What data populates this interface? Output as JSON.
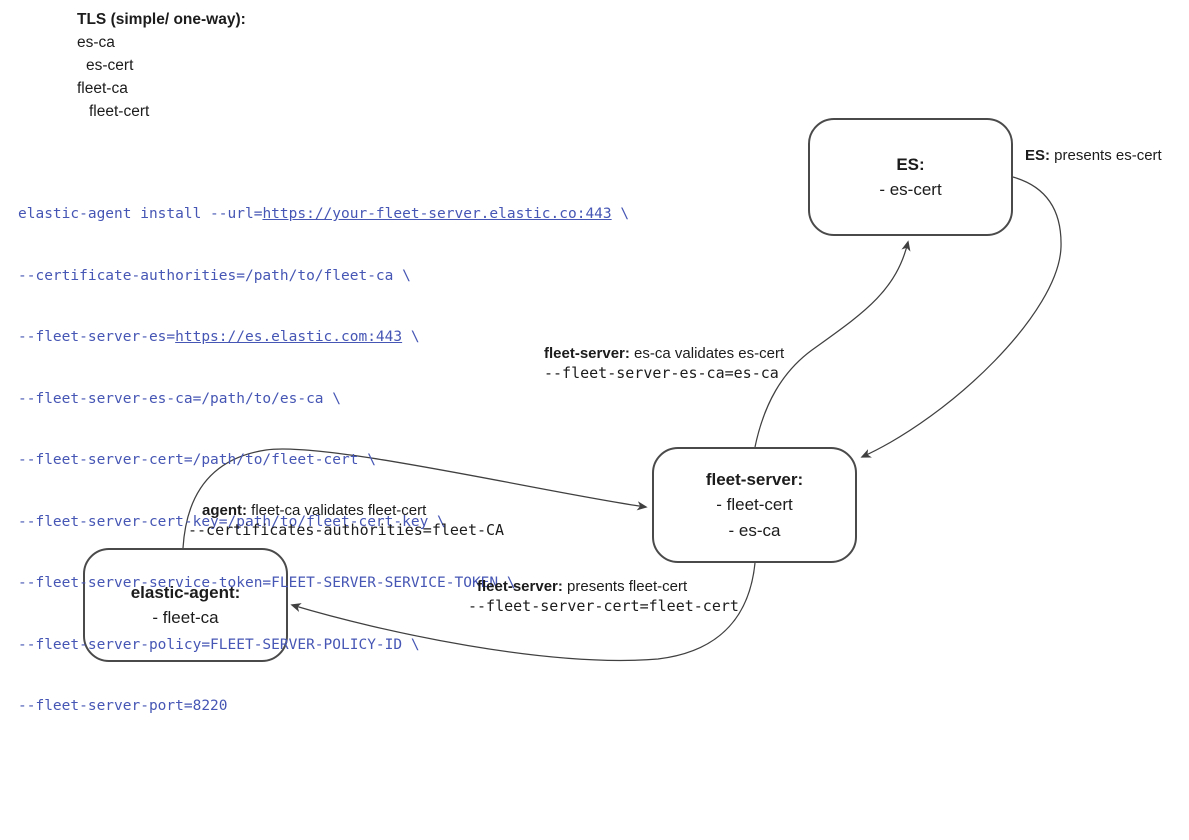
{
  "legend": {
    "title": "TLS (simple/ one-way):",
    "items": [
      "es-ca",
      "es-cert",
      "fleet-ca",
      "fleet-cert"
    ]
  },
  "command": {
    "line1_pre": "elastic-agent install --url=",
    "line1_url": "https://your-fleet-server.elastic.co:443",
    "line1_cont": " \\",
    "line2": "--certificate-authorities=/path/to/fleet-ca \\",
    "line3_pre": "--fleet-server-es=",
    "line3_url": "https://es.elastic.com:443",
    "line3_cont": " \\",
    "line4": "--fleet-server-es-ca=/path/to/es-ca \\",
    "line5": "--fleet-server-cert=/path/to/fleet-cert \\",
    "line6": "--fleet-server-cert-key=/path/to/fleet-cert-key \\",
    "line7": "--fleet-server-service-token=FLEET-SERVER-SERVICE-TOKEN \\",
    "line8": "--fleet-server-policy=FLEET-SERVER-POLICY-ID \\",
    "line9": "--fleet-server-port=8220"
  },
  "nodes": {
    "es": {
      "title": "ES:",
      "line1": "- es-cert"
    },
    "fleet_server": {
      "title": "fleet-server:",
      "line1": "- fleet-cert",
      "line2": "- es-ca"
    },
    "elastic_agent": {
      "title": "elastic-agent:",
      "line1": "- fleet-ca"
    }
  },
  "labels": {
    "es_presents": {
      "lead": "ES:",
      "rest": " presents es-cert"
    },
    "fleet_validates": {
      "lead": "fleet-server:",
      "rest": " es-ca validates es-cert",
      "code": "--fleet-server-es-ca=es-ca"
    },
    "agent_validates": {
      "lead": "agent:",
      "rest": " fleet-ca validates fleet-cert",
      "code": "--certificates-authorities=fleet-CA"
    },
    "fleet_presents": {
      "lead": "fleet-server:",
      "rest": " presents fleet-cert",
      "code": "--fleet-server-cert=fleet-cert"
    }
  },
  "colors": {
    "code_text": "#4656b4",
    "diagram_text": "#1c1c1c",
    "stroke": "#404040",
    "background": "#ffffff"
  }
}
